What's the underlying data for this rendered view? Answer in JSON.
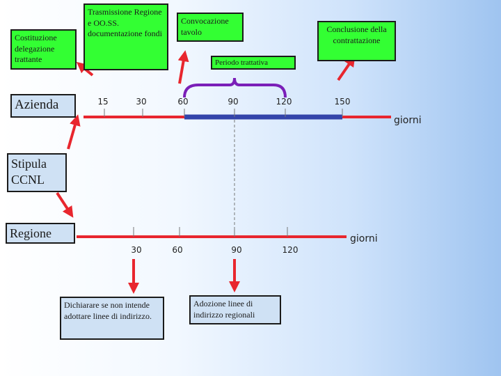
{
  "boxes": {
    "costituzione": "Costituzione delegazione trattante",
    "trasmissione": "Trasmissione Regione e OO.SS. documentazione fondi",
    "convocazione": "Convocazione tavolo",
    "periodo": "Periodo trattativa",
    "conclusione": "Conclusione della contrattazione",
    "azienda": "Azienda",
    "stipula": "Stipula CCNL",
    "regione": "Regione",
    "dichiarare": "Dichiarare se non intende adottare linee di indirizzo.",
    "adozione": "Adozione linee di indirizzo regionali"
  },
  "timeline_top": {
    "ticks": [
      "15",
      "30",
      "60",
      "90",
      "120",
      "150"
    ],
    "unit": "giorni"
  },
  "timeline_bottom": {
    "ticks": [
      "30",
      "60",
      "90",
      "120"
    ],
    "unit": "giorni"
  },
  "colors": {
    "box_green": "#33ff33",
    "box_blue": "#cfe1f4",
    "arrow_red": "#e8262e",
    "axis_red": "#e8262e",
    "period_bar": "#3344aa",
    "brace_purple": "#7a1fb8"
  }
}
